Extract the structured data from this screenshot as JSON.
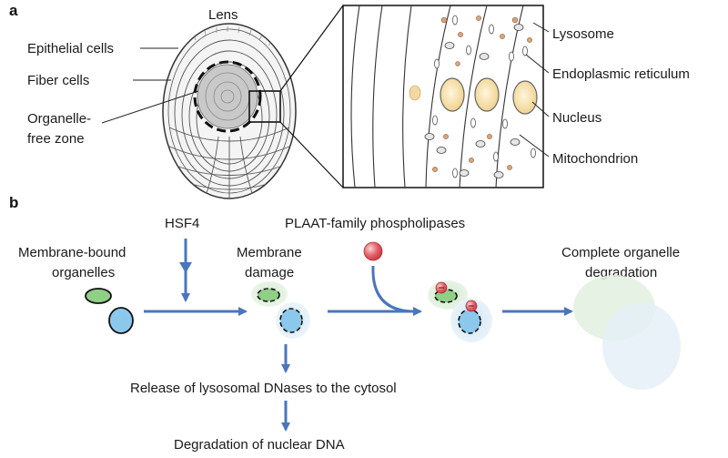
{
  "panel_a": {
    "letter": "a",
    "lens_title": "Lens",
    "labels": {
      "epithelial": "Epithelial cells",
      "fiber": "Fiber cells",
      "ofz_line1": "Organelle-",
      "ofz_line2": "free zone",
      "lysosome": "Lysosome",
      "er": "Endoplasmic reticulum",
      "nucleus": "Nucleus",
      "mito": "Mitochondrion"
    }
  },
  "panel_b": {
    "letter": "b",
    "hsf4": "HSF4",
    "plaat": "PLAAT-family phospholipases",
    "mbo_line1": "Membrane-bound",
    "mbo_line2": "organelles",
    "md_line1": "Membrane",
    "md_line2": "damage",
    "cod_line1": "Complete organelle",
    "cod_line2": "degradation",
    "release": "Release of lysosomal DNases to the cytosol",
    "degradation": "Degradation of nuclear DNA"
  },
  "colors": {
    "arrow": "#4a76bd",
    "organelle_green": "#8fcf86",
    "organelle_blue": "#8cc8ec",
    "lens_gray": "#c9c9c9",
    "plaat_red": "#e0505a",
    "nucleus_fill": "#f5e2b0"
  }
}
